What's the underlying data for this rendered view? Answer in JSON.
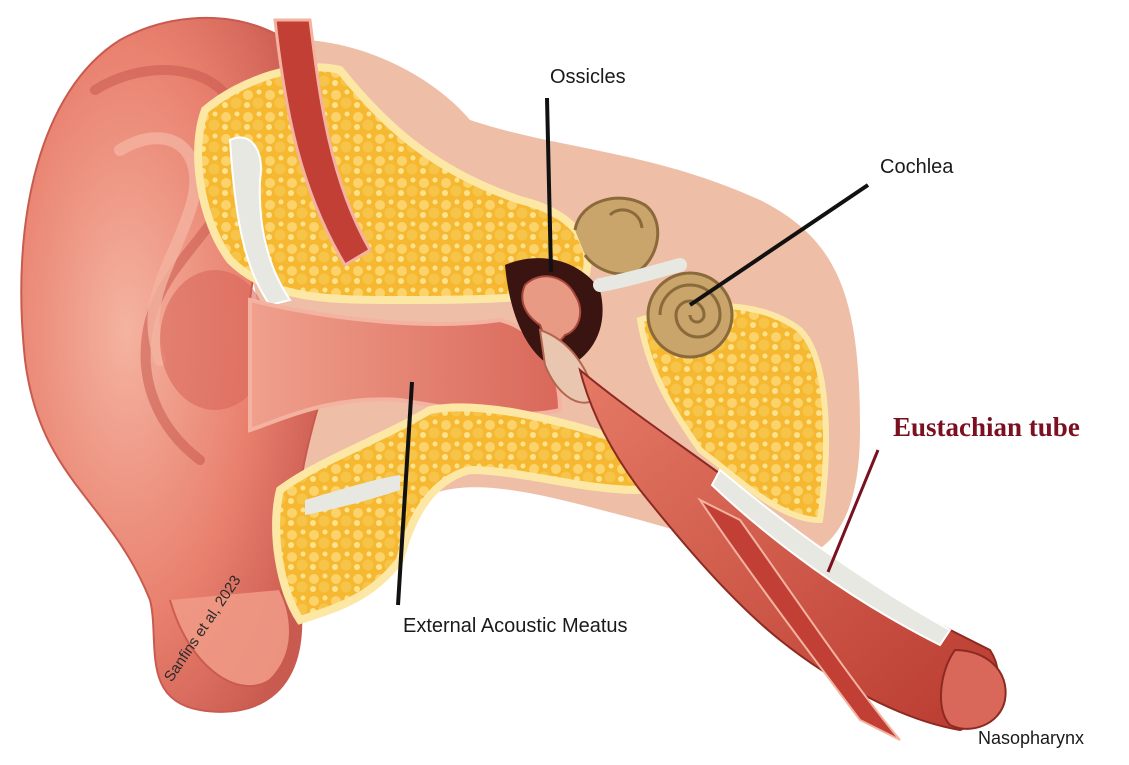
{
  "labels": {
    "ossicles": "Ossicles",
    "cochlea": "Cochlea",
    "eustachian_tube": "Eustachian tube",
    "external_acoustic_meatus": "External Acoustic Meatus",
    "nasopharynx": "Nasopharynx",
    "credit": "Sanfins et al, 2023"
  },
  "colors": {
    "skin": "#e9806e",
    "skin_dark": "#c95a4f",
    "skin_light": "#f4b3a0",
    "bone": "#f5b830",
    "bone_light": "#fce7a5",
    "tissue": "#e8a88a",
    "cochlea": "#c9a46b",
    "muscle": "#c23f35",
    "cartilage": "#e8e8e2",
    "eustachian_label": "#7a1020",
    "leader_line": "#111111"
  }
}
